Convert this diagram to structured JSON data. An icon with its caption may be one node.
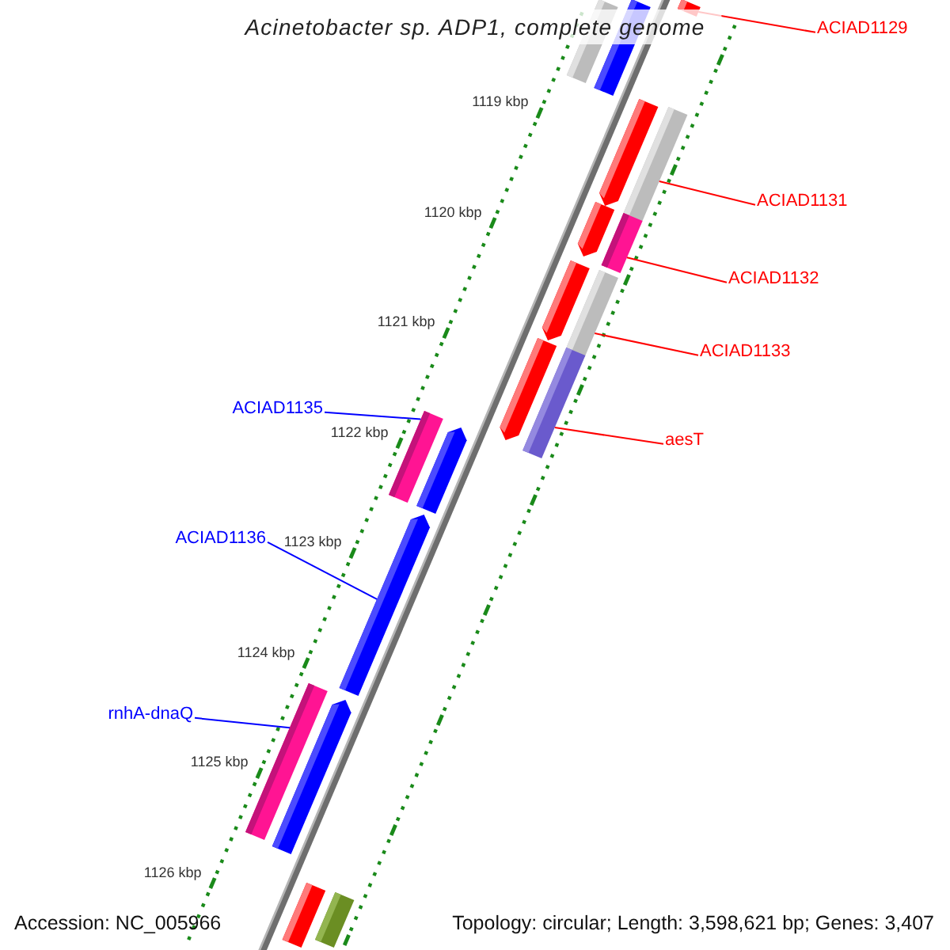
{
  "diagram": {
    "title": "Acinetobacter sp. ADP1, complete genome",
    "nodes": [
      {
        "text": [
          "ACIAD1129"
        ]
      },
      {
        "text": [
          "ACIAD1131"
        ]
      },
      {
        "text": [
          "ACIAD1132"
        ]
      },
      {
        "text": [
          "ACIAD1133"
        ]
      },
      {
        "text": [
          "aesT"
        ]
      },
      {
        "text": [
          "ACIAD1135"
        ]
      },
      {
        "text": [
          "ACIAD1136"
        ]
      },
      {
        "text": [
          "rnhA-dnaQ"
        ]
      },
      {
        "text": [],
        "shape": "bar"
      },
      {
        "text": [],
        "shape": "bar"
      },
      {
        "text": [],
        "shape": "bar"
      },
      {
        "text": [],
        "shape": "bar"
      },
      {
        "text": [],
        "shape": "bar"
      },
      {
        "text": [],
        "shape": "bar"
      },
      {
        "text": [],
        "shape": "bar"
      },
      {
        "text": [],
        "shape": "bar"
      },
      {
        "text": [],
        "shape": "bar"
      },
      {
        "text": [],
        "shape": "bar"
      },
      {
        "text": [],
        "shape": "bar"
      },
      {
        "text": [],
        "shape": "bar"
      },
      {
        "text": [],
        "shape": "bar"
      },
      {
        "text": [],
        "shape": "bar"
      },
      {
        "text": [],
        "shape": "bar"
      },
      {
        "text": [],
        "shape": "bar"
      },
      {
        "text": [],
        "shape": "bar"
      },
      {
        "text": [],
        "shape": "bar"
      }
    ],
    "edges": [
      {
        "from": 0,
        "to": 10,
        "arrow": "none"
      },
      {
        "from": 1,
        "to": 12,
        "arrow": "none"
      },
      {
        "from": 2,
        "to": 14,
        "arrow": "none"
      },
      {
        "from": 3,
        "to": 16,
        "arrow": "none"
      },
      {
        "from": 4,
        "to": 18,
        "arrow": "none"
      },
      {
        "from": 5,
        "to": 19,
        "arrow": "none",
        "color": "#0000ff"
      },
      {
        "from": 6,
        "to": 21,
        "arrow": "none",
        "color": "#0000ff"
      },
      {
        "from": 7,
        "to": 22,
        "arrow": "none",
        "color": "#0000ff"
      }
    ],
    "labels": [
      "1119 kbp",
      "1120 kbp",
      "1121 kbp",
      "1122 kbp",
      "1123 kbp",
      "1124 kbp",
      "1125 kbp",
      "1126 kbp",
      "Accession: NC_005966",
      "Topology: circular; Length: 3,598,621 bp; Genes: 3,407"
    ]
  }
}
